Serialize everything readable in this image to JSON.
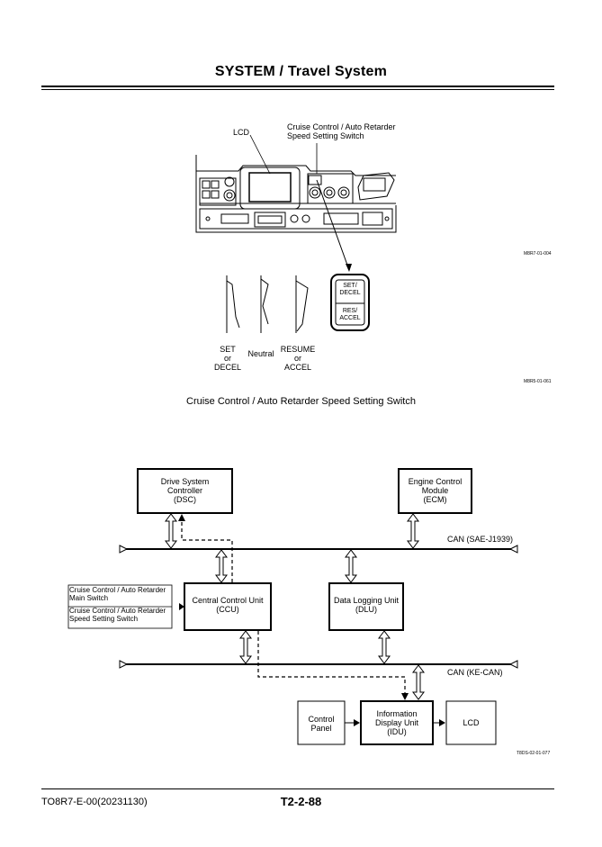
{
  "header": {
    "title": "SYSTEM / Travel System"
  },
  "figure1": {
    "lcd_label": "LCD",
    "switch_callout": [
      "Cruise Control / Auto Retarder",
      "Speed Setting Switch"
    ],
    "code1": "M8R7-01-004",
    "switch_face": {
      "top": [
        "SET/",
        "DECEL"
      ],
      "bottom": [
        "RES/",
        "ACCEL"
      ]
    },
    "positions": [
      {
        "lines": [
          "SET",
          "or",
          "DECEL"
        ]
      },
      {
        "lines": [
          "Neutral"
        ]
      },
      {
        "lines": [
          "RESUME",
          "or",
          "ACCEL"
        ]
      }
    ],
    "code2": "M8R5-01-061",
    "caption": "Cruise Control / Auto Retarder Speed Setting Switch"
  },
  "diagram": {
    "dsc": [
      "Drive System",
      "Controller",
      "(DSC)"
    ],
    "ecm": [
      "Engine Control",
      "Module",
      "(ECM)"
    ],
    "can1": "CAN (SAE-J1939)",
    "inputs": [
      "Cruise Control / Auto Retarder",
      "Main Switch",
      "Cruise Control / Auto Retarder",
      "Speed Setting Switch"
    ],
    "ccu": [
      "Central Control Unit",
      "(CCU)"
    ],
    "dlu": [
      "Data Logging Unit",
      "(DLU)"
    ],
    "can2": "CAN (KE-CAN)",
    "control_panel": [
      "Control",
      "Panel"
    ],
    "idu": [
      "Information",
      "Display Unit",
      "(IDU)"
    ],
    "lcd": "LCD",
    "code": "T8DS-02-01-077"
  },
  "footer": {
    "doc_code": "TO8R7-E-00(20231130)",
    "page": "T2-2-88"
  }
}
